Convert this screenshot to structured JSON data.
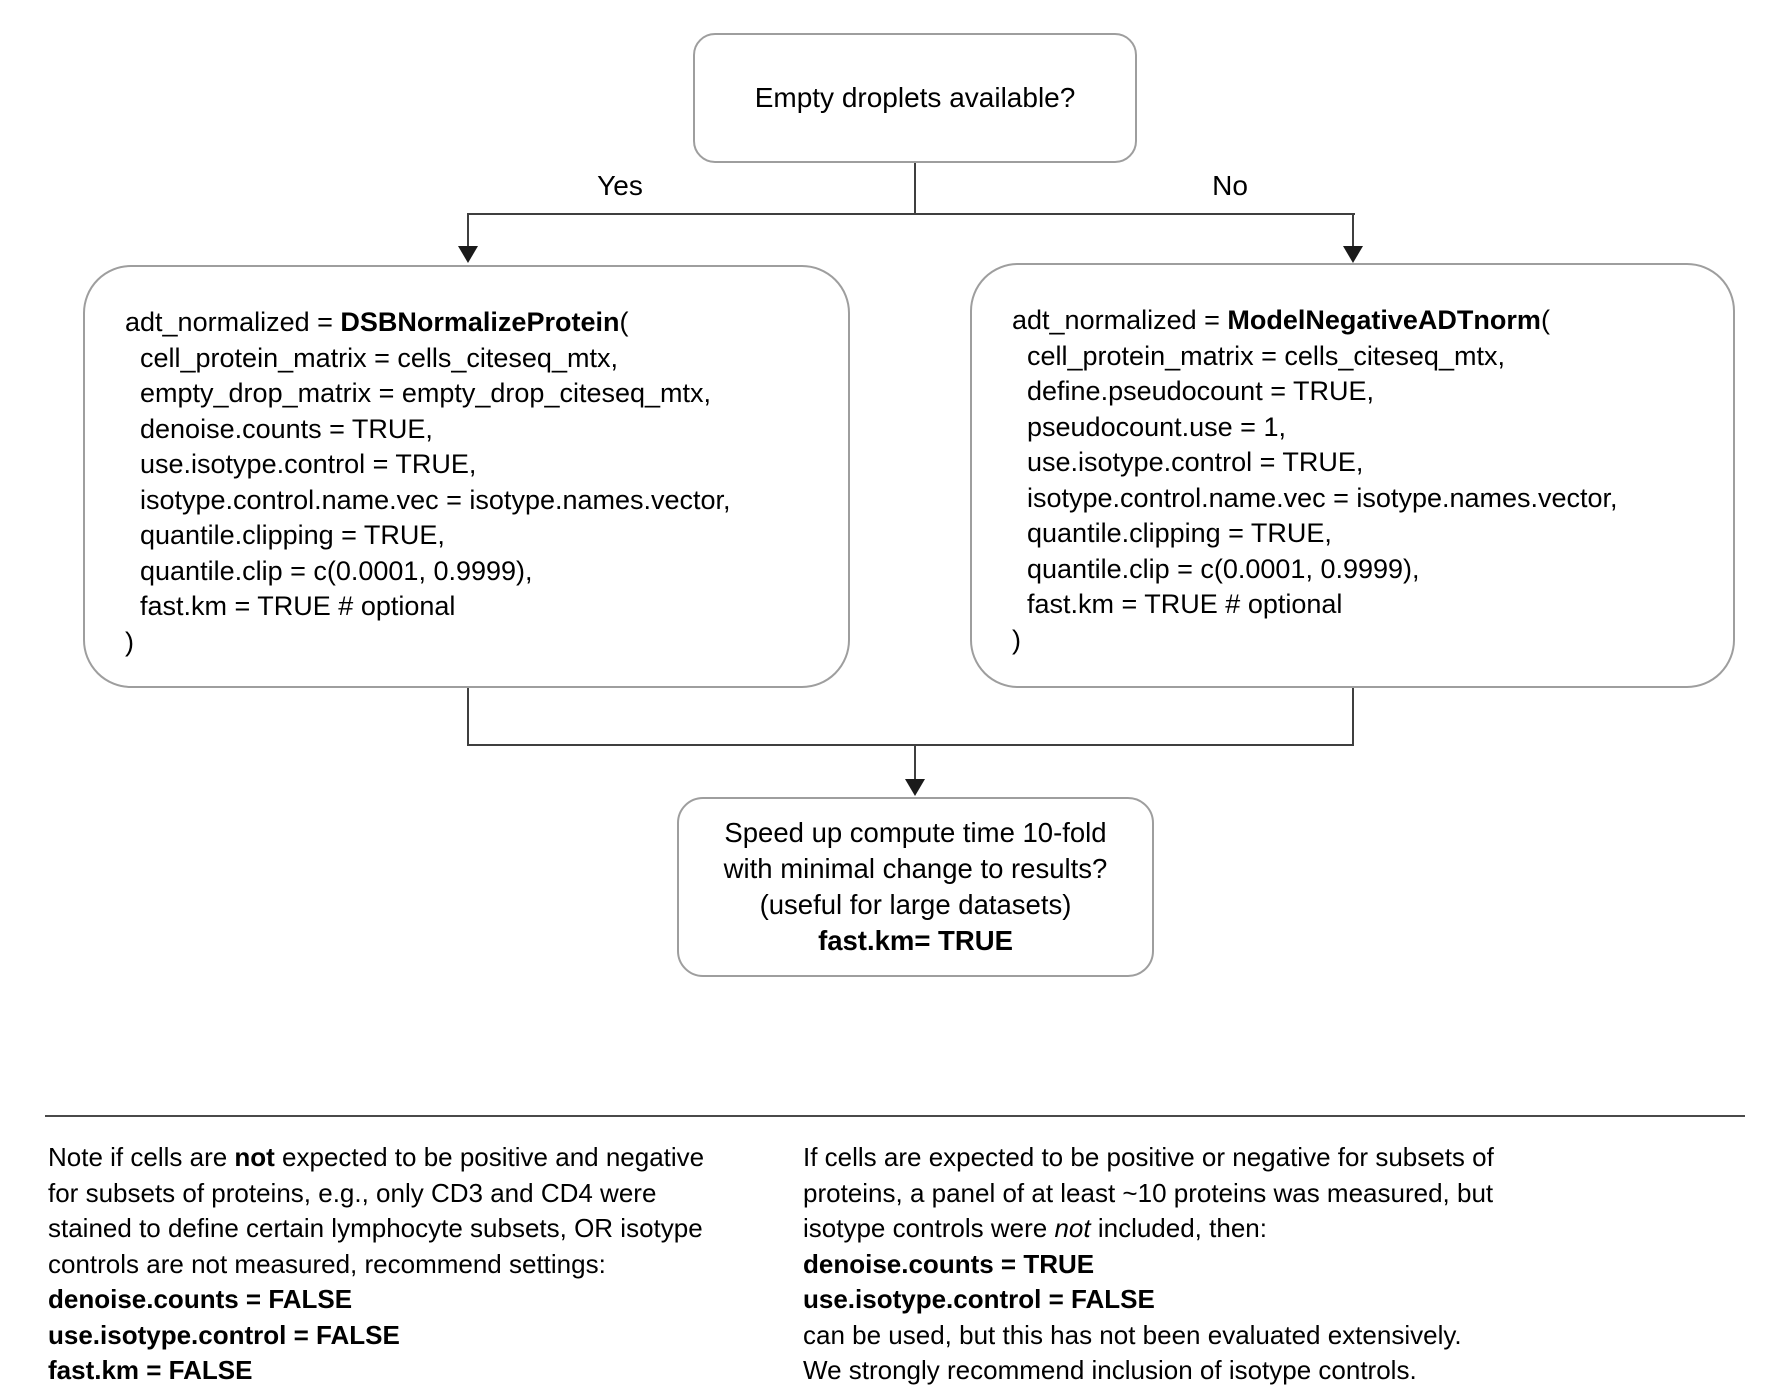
{
  "flowchart": {
    "decision": {
      "text": "Empty droplets available?"
    },
    "branch_labels": {
      "yes": "Yes",
      "no": "No"
    },
    "dsb_box": {
      "lines": [
        [
          {
            "t": "adt_normalized = "
          },
          {
            "t": "DSBNormalizeProtein",
            "b": true
          },
          {
            "t": "("
          }
        ],
        [
          {
            "t": "  cell_protein_matrix = cells_citeseq_mtx,"
          }
        ],
        [
          {
            "t": "  empty_drop_matrix = empty_drop_citeseq_mtx,"
          }
        ],
        [
          {
            "t": "  denoise.counts = TRUE,"
          }
        ],
        [
          {
            "t": "  use.isotype.control = TRUE,"
          }
        ],
        [
          {
            "t": "  isotype.control.name.vec = isotype.names.vector,"
          }
        ],
        [
          {
            "t": "  quantile.clipping = TRUE,"
          }
        ],
        [
          {
            "t": "  quantile.clip = c(0.0001, 0.9999),"
          }
        ],
        [
          {
            "t": "  fast.km = TRUE # optional"
          }
        ],
        [
          {
            "t": ")"
          }
        ]
      ]
    },
    "model_box": {
      "lines": [
        [
          {
            "t": "adt_normalized = "
          },
          {
            "t": "ModelNegativeADTnorm",
            "b": true
          },
          {
            "t": "("
          }
        ],
        [
          {
            "t": "  cell_protein_matrix = cells_citeseq_mtx,"
          }
        ],
        [
          {
            "t": "  define.pseudocount = TRUE,"
          }
        ],
        [
          {
            "t": "  pseudocount.use = 1,"
          }
        ],
        [
          {
            "t": "  use.isotype.control = TRUE,"
          }
        ],
        [
          {
            "t": "  isotype.control.name.vec = isotype.names.vector,"
          }
        ],
        [
          {
            "t": "  quantile.clipping = TRUE,"
          }
        ],
        [
          {
            "t": "  quantile.clip = c(0.0001, 0.9999),"
          }
        ],
        [
          {
            "t": "  fast.km = TRUE # optional"
          }
        ],
        [
          {
            "t": ")"
          }
        ]
      ]
    },
    "speedup_box": {
      "lines": [
        [
          {
            "t": "Speed up compute time 10-fold"
          }
        ],
        [
          {
            "t": "with minimal change to results?"
          }
        ],
        [
          {
            "t": "(useful for large datasets)"
          }
        ],
        [
          {
            "t": "fast.km= TRUE",
            "b": true
          }
        ]
      ]
    }
  },
  "footnotes": {
    "left": {
      "lines": [
        [
          {
            "t": "Note if cells are "
          },
          {
            "t": "not",
            "b": true
          },
          {
            "t": " expected to be positive and negative"
          }
        ],
        [
          {
            "t": "for subsets of proteins, e.g., only CD3 and CD4 were"
          }
        ],
        [
          {
            "t": "stained to define certain lymphocyte subsets, OR isotype"
          }
        ],
        [
          {
            "t": "controls are not measured, recommend settings:"
          }
        ],
        [
          {
            "t": "denoise.counts = FALSE",
            "b": true
          }
        ],
        [
          {
            "t": "use.isotype.control = FALSE",
            "b": true
          }
        ],
        [
          {
            "t": "fast.km = FALSE",
            "b": true
          }
        ]
      ]
    },
    "right": {
      "lines": [
        [
          {
            "t": "If cells are expected to be positive or negative for subsets of"
          }
        ],
        [
          {
            "t": "proteins, a panel of at least ~10 proteins was measured, but"
          }
        ],
        [
          {
            "t": "isotype controls were "
          },
          {
            "t": "not",
            "i": true
          },
          {
            "t": " included, then:"
          }
        ],
        [
          {
            "t": "denoise.counts = TRUE",
            "b": true
          }
        ],
        [
          {
            "t": "use.isotype.control = FALSE",
            "b": true
          }
        ],
        [
          {
            "t": "can be used, but this has not been evaluated extensively."
          }
        ],
        [
          {
            "t": "We strongly recommend inclusion of isotype controls."
          }
        ]
      ]
    }
  },
  "colors": {
    "background": "#ffffff",
    "box_border": "#9e9e9e",
    "connector_line": "#3f3f3f",
    "arrowhead": "#1a1a1a",
    "text": "#000000"
  }
}
